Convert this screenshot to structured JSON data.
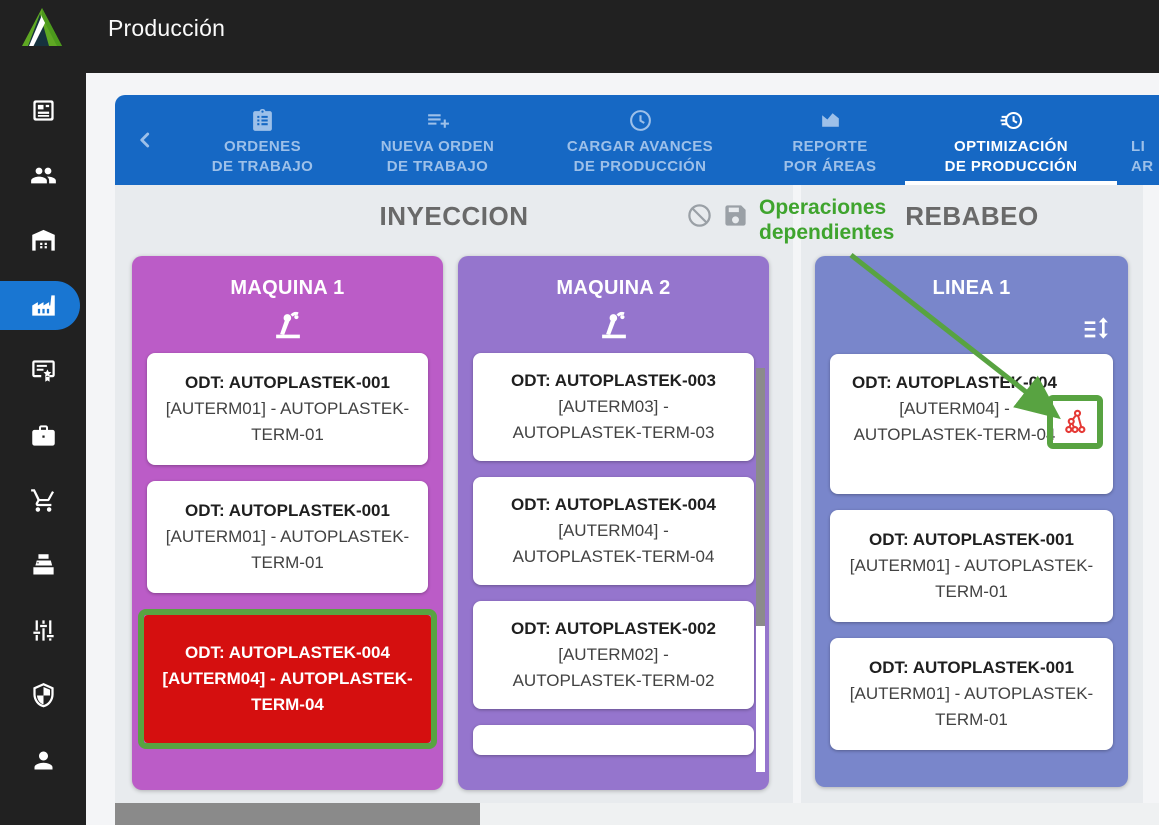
{
  "app": {
    "title": "Producción"
  },
  "sidebar": {
    "active_color": "#1976d2",
    "items": [
      {
        "id": "news",
        "icon": "article"
      },
      {
        "id": "clients",
        "icon": "people"
      },
      {
        "id": "warehouse",
        "icon": "warehouse"
      },
      {
        "id": "production",
        "icon": "factory",
        "active": true
      },
      {
        "id": "quality",
        "icon": "certificate"
      },
      {
        "id": "assets",
        "icon": "briefcase"
      },
      {
        "id": "purchases",
        "icon": "cart"
      },
      {
        "id": "sales",
        "icon": "register"
      },
      {
        "id": "settings",
        "icon": "tune"
      },
      {
        "id": "security",
        "icon": "shield"
      },
      {
        "id": "profile",
        "icon": "person"
      }
    ]
  },
  "tabs": {
    "bar_color": "#1668c4",
    "back_icon": "chevron-left",
    "items": [
      {
        "line1": "ORDENES",
        "line2": "DE TRABAJO",
        "icon": "clipboard-list"
      },
      {
        "line1": "NUEVA ORDEN",
        "line2": "DE TRABAJO",
        "icon": "playlist-add"
      },
      {
        "line1": "CARGAR AVANCES",
        "line2": "DE PRODUCCIÓN",
        "icon": "clock"
      },
      {
        "line1": "REPORTE",
        "line2": "POR ÁREAS",
        "icon": "area-chart"
      },
      {
        "line1": "OPTIMIZACIÓN",
        "line2": "DE PRODUCCIÓN",
        "icon": "update-clock",
        "active": true
      },
      {
        "line1": "LI",
        "line2": "AR",
        "icon": "",
        "truncated": true
      }
    ]
  },
  "areas": [
    {
      "title": "INYECCION",
      "tool_icons": [
        "block",
        "save"
      ],
      "columns": [
        {
          "name": "MAQUINA 1",
          "color": "#bb5cc7",
          "icon": "robot-arm",
          "cards": [
            {
              "title": "ODT: AUTOPLASTEK-001",
              "subtitle": "[AUTERM01] - AUTOPLASTEK-TERM-01"
            },
            {
              "title": "ODT: AUTOPLASTEK-001",
              "subtitle": "[AUTERM01] - AUTOPLASTEK-TERM-01"
            },
            {
              "title": "ODT: AUTOPLASTEK-004",
              "subtitle": "[AUTERM04] - AUTOPLASTEK-TERM-04",
              "variant": "alert",
              "highlighted": true
            }
          ]
        },
        {
          "name": "MAQUINA 2",
          "color": "#9575cd",
          "icon": "robot-arm",
          "scrollbar": true,
          "narrow": true,
          "cards": [
            {
              "title": "ODT: AUTOPLASTEK-003",
              "subtitle": "[AUTERM03] - AUTOPLASTEK-TERM-03"
            },
            {
              "title": "ODT: AUTOPLASTEK-004",
              "subtitle": "[AUTERM04] - AUTOPLASTEK-TERM-04"
            },
            {
              "title": "ODT: AUTOPLASTEK-002",
              "subtitle": "[AUTERM02] - AUTOPLASTEK-TERM-02"
            },
            {
              "variant": "partial"
            }
          ]
        }
      ]
    },
    {
      "title": "REBABEO",
      "columns": [
        {
          "name": "LINEA 1",
          "color": "#7986cb",
          "icon": "line-spacing",
          "icon_align": "right",
          "cards": [
            {
              "title": "ODT: AUTOPLASTEK-004",
              "subtitle": "[AUTERM04] - AUTOPLASTEK-TERM-04",
              "badge": "dependency-tree",
              "badge_highlighted": true,
              "narrow_text": true
            },
            {
              "title": "ODT: AUTOPLASTEK-001",
              "subtitle": "[AUTERM01] - AUTOPLASTEK-TERM-01"
            },
            {
              "title": "ODT: AUTOPLASTEK-001",
              "subtitle": "[AUTERM01] - AUTOPLASTEK-TERM-01"
            }
          ]
        }
      ]
    }
  ],
  "annotation": {
    "label": "Operaciones dependientes",
    "text_color": "#3fa42e",
    "shape_color": "#58a341"
  },
  "colors": {
    "alert_card": "#d50f0f",
    "panel_bg": "#e8ebee",
    "dependency_icon": "#e53935"
  }
}
